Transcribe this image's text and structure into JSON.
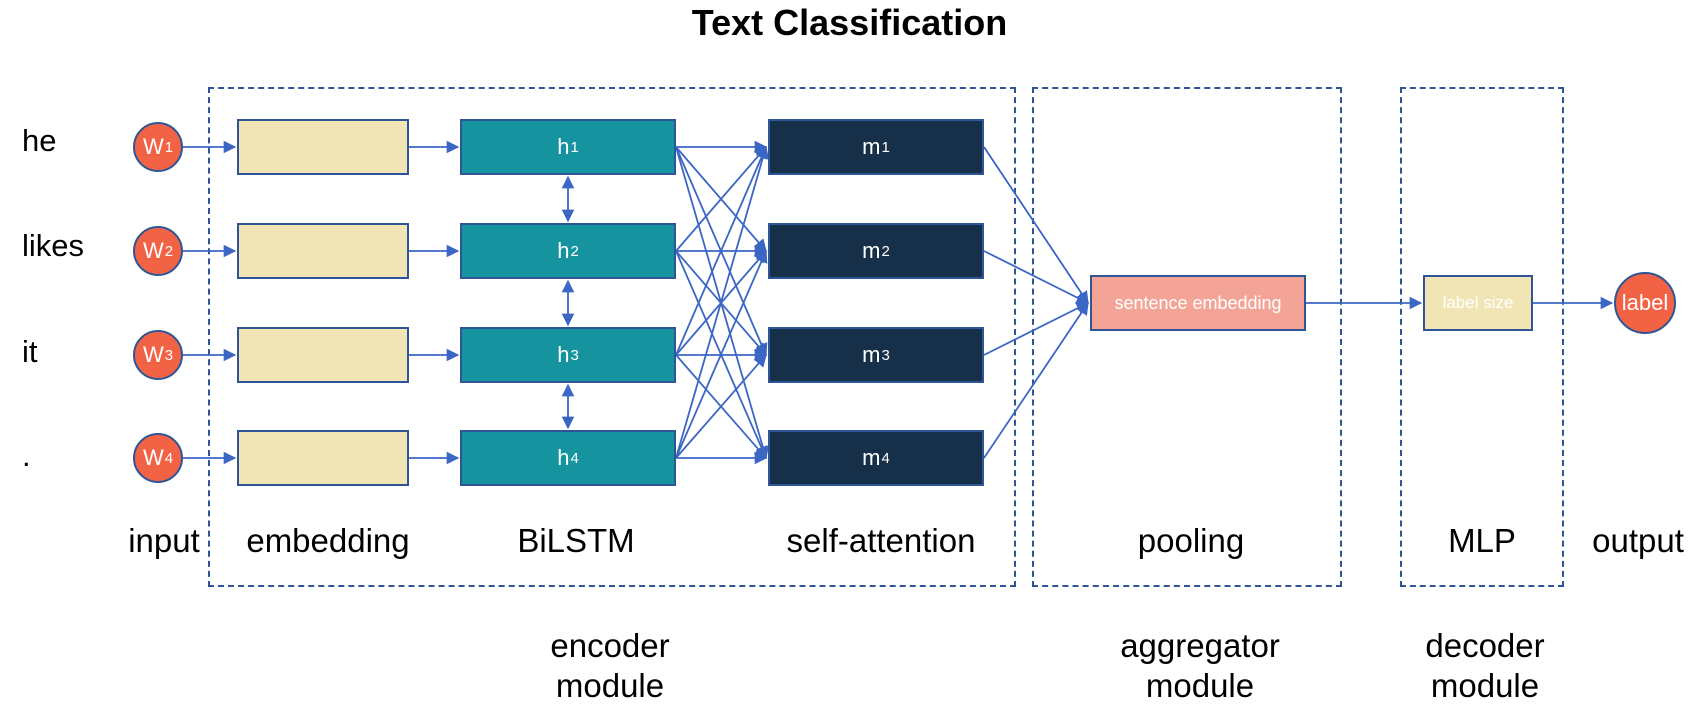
{
  "title": "Text Classification",
  "words": [
    "he",
    "likes",
    "it",
    "."
  ],
  "inputs": [
    {
      "letter": "W",
      "sub": "1"
    },
    {
      "letter": "W",
      "sub": "2"
    },
    {
      "letter": "W",
      "sub": "3"
    },
    {
      "letter": "W",
      "sub": "4"
    }
  ],
  "hidden": [
    {
      "letter": "h",
      "sub": "1"
    },
    {
      "letter": "h",
      "sub": "2"
    },
    {
      "letter": "h",
      "sub": "3"
    },
    {
      "letter": "h",
      "sub": "4"
    }
  ],
  "attention": [
    {
      "letter": "m",
      "sub": "1"
    },
    {
      "letter": "m",
      "sub": "2"
    },
    {
      "letter": "m",
      "sub": "3"
    },
    {
      "letter": "m",
      "sub": "4"
    }
  ],
  "sentence_embedding": "sentence embedding",
  "label_size": "label size",
  "output_label": "label",
  "layers": {
    "input": "input",
    "embedding": "embedding",
    "bilstm": "BiLSTM",
    "self_attention": "self-attention",
    "pooling": "pooling",
    "mlp": "MLP",
    "output": "output"
  },
  "modules": {
    "encoder": [
      "encoder",
      "module"
    ],
    "aggregator": [
      "aggregator",
      "module"
    ],
    "decoder": [
      "decoder",
      "module"
    ]
  },
  "colors": {
    "accent_red": "#f26245",
    "embedding_fill": "#f1e5b5",
    "bilstm_fill": "#15949f",
    "attention_fill": "#17304a",
    "sentence_fill": "#f4a497",
    "line_blue": "#3b66c4",
    "border_blue": "#2f5597"
  }
}
